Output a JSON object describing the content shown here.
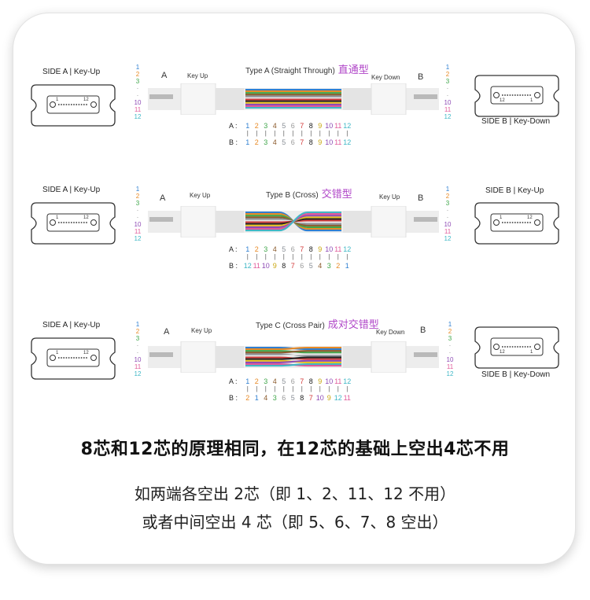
{
  "fiber_colors": [
    "#2f7fd1",
    "#e88a26",
    "#3fa64a",
    "#8a5a2b",
    "#8a8f96",
    "#e4e4e4",
    "#d23b3b",
    "#222222",
    "#e6c21f",
    "#8e4bb5",
    "#e05a9a",
    "#3fb7c6"
  ],
  "number_colors": [
    "#2f7fd1",
    "#e88a26",
    "#3fa64a",
    "#8a5a2b",
    "#8a8f96",
    "#999999",
    "#d23b3b",
    "#222222",
    "#c9a60e",
    "#8e4bb5",
    "#e05a9a",
    "#3fb7c6"
  ],
  "sections": [
    {
      "left_side_label": "SIDE A | Key-Up",
      "right_side_label": "SIDE B | Key-Down",
      "type_label": "Type A (Straight Through)",
      "type_label_cn": "直通型",
      "end_a": "A",
      "end_b": "B",
      "left_key": "Key Up",
      "right_key": "Key Down",
      "conn_left_num_left": "1",
      "conn_left_num_right": "12",
      "conn_right_num_left": "12",
      "conn_right_num_right": "1",
      "row_a_label": "A :",
      "row_b_label": "B :",
      "row_a": [
        1,
        2,
        3,
        4,
        5,
        6,
        7,
        8,
        9,
        10,
        11,
        12
      ],
      "row_b": [
        1,
        2,
        3,
        4,
        5,
        6,
        7,
        8,
        9,
        10,
        11,
        12
      ],
      "left_nums": [
        "1",
        "2",
        "3",
        "·",
        "·",
        "10",
        "11",
        "12"
      ],
      "right_nums": [
        "1",
        "2",
        "3",
        "·",
        "·",
        "10",
        "11",
        "12"
      ]
    },
    {
      "left_side_label": "SIDE A | Key-Up",
      "right_side_label": "SIDE B | Key-Up",
      "type_label": "Type B (Cross)",
      "type_label_cn": "交错型",
      "end_a": "A",
      "end_b": "B",
      "left_key": "Key Up",
      "right_key": "Key Up",
      "conn_left_num_left": "1",
      "conn_left_num_right": "12",
      "conn_right_num_left": "1",
      "conn_right_num_right": "12",
      "row_a_label": "A :",
      "row_b_label": "B :",
      "row_a": [
        1,
        2,
        3,
        4,
        5,
        6,
        7,
        8,
        9,
        10,
        11,
        12
      ],
      "row_b": [
        12,
        11,
        10,
        9,
        8,
        7,
        6,
        5,
        4,
        3,
        2,
        1
      ],
      "left_nums": [
        "1",
        "2",
        "3",
        "·",
        "·",
        "10",
        "11",
        "12"
      ],
      "right_nums": [
        "1",
        "2",
        "3",
        "·",
        "·",
        "10",
        "11",
        "12"
      ]
    },
    {
      "left_side_label": "SIDE A | Key-Up",
      "right_side_label": "SIDE B | Key-Down",
      "type_label": "Type C (Cross Pair)",
      "type_label_cn": "成对交错型",
      "end_a": "A",
      "end_b": "B",
      "left_key": "Key Up",
      "right_key": "Key Down",
      "conn_left_num_left": "1",
      "conn_left_num_right": "12",
      "conn_right_num_left": "12",
      "conn_right_num_right": "1",
      "row_a_label": "A :",
      "row_b_label": "B :",
      "row_a": [
        1,
        2,
        3,
        4,
        5,
        6,
        7,
        8,
        9,
        10,
        11,
        12
      ],
      "row_b": [
        2,
        1,
        4,
        3,
        6,
        5,
        8,
        7,
        10,
        9,
        12,
        11
      ],
      "left_nums": [
        "1",
        "2",
        "3",
        "·",
        "·",
        "10",
        "11",
        "12"
      ],
      "right_nums": [
        "1",
        "2",
        "3",
        "·",
        "·",
        "10",
        "11",
        "12"
      ]
    }
  ],
  "headline": "8芯和12芯的原理相同，在12芯的基础上空出4芯不用",
  "sub_line_1": "如两端各空出 2芯（即 1、2、11、12 不用）",
  "sub_line_2": "或者中间空出 4 芯（即 5、6、7、8 空出）"
}
